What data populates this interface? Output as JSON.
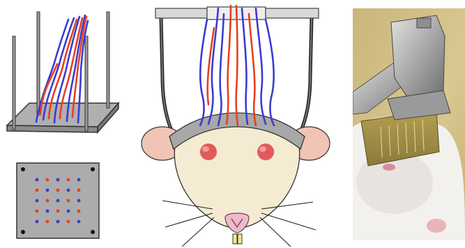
{
  "figure": {
    "panels": [
      {
        "id": "electrode-array-3d",
        "kind": "illustration"
      },
      {
        "id": "electrode-grid-top-view",
        "kind": "illustration"
      },
      {
        "id": "rat-implant-diagram",
        "kind": "illustration"
      },
      {
        "id": "rat-photo",
        "kind": "photograph"
      }
    ]
  },
  "colors": {
    "wire_blue": "#3b3bd4",
    "wire_red": "#e8401e",
    "plate_gray": "#a9a9a9",
    "clamp_gray": "#d8d8d8",
    "skin": "#f5ebd3",
    "ear_pink": "#f1c4b6",
    "eye_red": "#e25a5a",
    "nose_pink": "#f3b7c9",
    "tooth": "#f4e98a"
  },
  "grid_top_view": {
    "rows": [
      [
        "blue",
        "red",
        "blue",
        "red",
        "blue"
      ],
      [
        "red",
        "blue",
        "red",
        "blue",
        "red"
      ],
      [
        "blue",
        "red",
        "blue",
        "red",
        "blue"
      ],
      [
        "red",
        "blue",
        "red",
        "blue",
        "red"
      ],
      [
        "blue",
        "red",
        "blue",
        "red",
        "blue"
      ]
    ]
  }
}
